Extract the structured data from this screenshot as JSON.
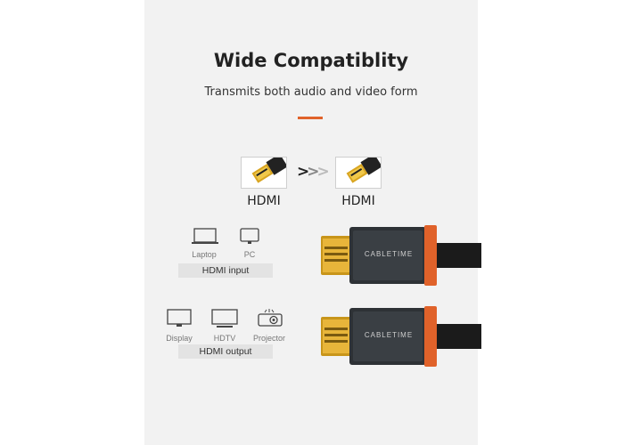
{
  "heading": {
    "title": "Wide Compatiblity",
    "subtitle": "Transmits both audio and video form"
  },
  "conversion": {
    "left_label": "HDMI",
    "right_label": "HDMI",
    "arrow": ">>>"
  },
  "input_group": {
    "devices": [
      "Laptop",
      "PC"
    ],
    "label": "HDMI input"
  },
  "output_group": {
    "devices": [
      "Display",
      "HDTV",
      "Projector"
    ],
    "label": "HDMI output"
  },
  "cable": {
    "brand": "CABLETIME"
  },
  "colors": {
    "accent": "#e0622a",
    "connector_gold": "#d9a520",
    "housing": "#2e3236"
  }
}
